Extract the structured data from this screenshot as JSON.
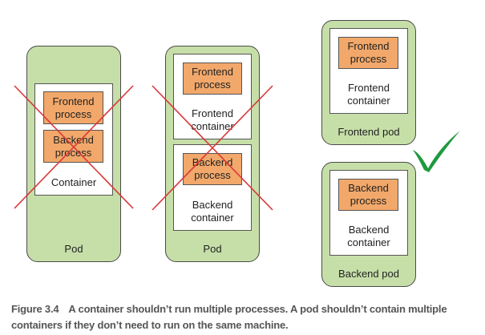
{
  "diagram": {
    "colors": {
      "pod_fill": "#c6dfa8",
      "process_fill": "#f2a86a",
      "cross": "#d9383a",
      "check": "#1f9a3e"
    },
    "left": {
      "pod_label": "Pod",
      "container_label": "Container",
      "processes": [
        {
          "line1": "Frontend",
          "line2": "process"
        },
        {
          "line1": "Backend",
          "line2": "process"
        }
      ],
      "status": "crossed-out"
    },
    "middle": {
      "pod_label": "Pod",
      "containers": [
        {
          "line1": "Frontend",
          "line2": "container",
          "process": {
            "line1": "Frontend",
            "line2": "process"
          }
        },
        {
          "line1": "Backend",
          "line2": "container",
          "process": {
            "line1": "Backend",
            "line2": "process"
          }
        }
      ],
      "status": "crossed-out"
    },
    "right": {
      "pods": [
        {
          "pod_label": "Frontend pod",
          "container": {
            "line1": "Frontend",
            "line2": "container"
          },
          "process": {
            "line1": "Frontend",
            "line2": "process"
          }
        },
        {
          "pod_label": "Backend pod",
          "container": {
            "line1": "Backend",
            "line2": "container"
          },
          "process": {
            "line1": "Backend",
            "line2": "process"
          }
        }
      ],
      "status": "checked"
    }
  },
  "caption": {
    "figure": "Figure 3.4",
    "text": "A container shouldn’t run multiple processes. A pod shouldn’t contain multiple containers if they don’t need to run on the same machine."
  }
}
